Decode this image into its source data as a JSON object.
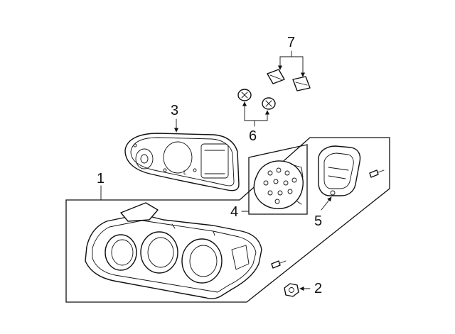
{
  "diagram": {
    "callouts": {
      "c1": "1",
      "c2": "2",
      "c3": "3",
      "c4": "4",
      "c5": "5",
      "c6": "6",
      "c7": "7"
    },
    "colors": {
      "line": "#111111",
      "background": "#ffffff"
    }
  }
}
